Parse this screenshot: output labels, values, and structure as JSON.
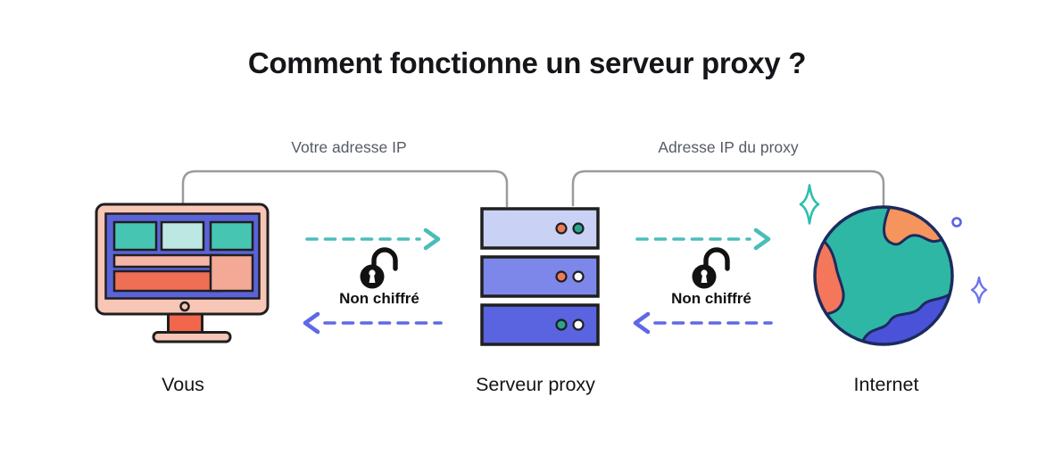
{
  "title": "Comment fonctionne un serveur proxy ?",
  "connections": {
    "left": {
      "label": "Votre adresse IP",
      "status": "Non chiffré"
    },
    "right": {
      "label": "Adresse IP du proxy",
      "status": "Non chiffré"
    }
  },
  "nodes": {
    "user": {
      "label": "Vous"
    },
    "proxy": {
      "label": "Serveur proxy"
    },
    "internet": {
      "label": "Internet"
    }
  },
  "icons": {
    "user": "computer-monitor-icon",
    "proxy": "server-stack-icon",
    "internet": "globe-icon",
    "unencrypted": "open-padlock-icon",
    "decoration": "sparkle-icon"
  },
  "colors": {
    "arrow_request_teal": "#4bbdb9",
    "arrow_response_purple": "#5f68e6",
    "bracket_gray": "#9b9b9b",
    "connection_label_gray": "#565b66",
    "text_black": "#15151a",
    "monitor_frame_pink": "#f8c6b6",
    "screen_indigo": "#5b63d8",
    "teal_block": "#46c5b3",
    "teal_block_light": "#bce7e2",
    "salmon_block": "#f6b5a6",
    "red_block": "#ee6f54",
    "server_light": "#c9d2f5",
    "server_mid": "#7d87ea",
    "server_dark": "#5a63e0",
    "globe_teal": "#2fb7a5",
    "globe_outline_navy": "#1c2b5e",
    "continent_orange": "#f5945c",
    "continent_salmon": "#f4765b",
    "continent_blue": "#4a52d9"
  }
}
